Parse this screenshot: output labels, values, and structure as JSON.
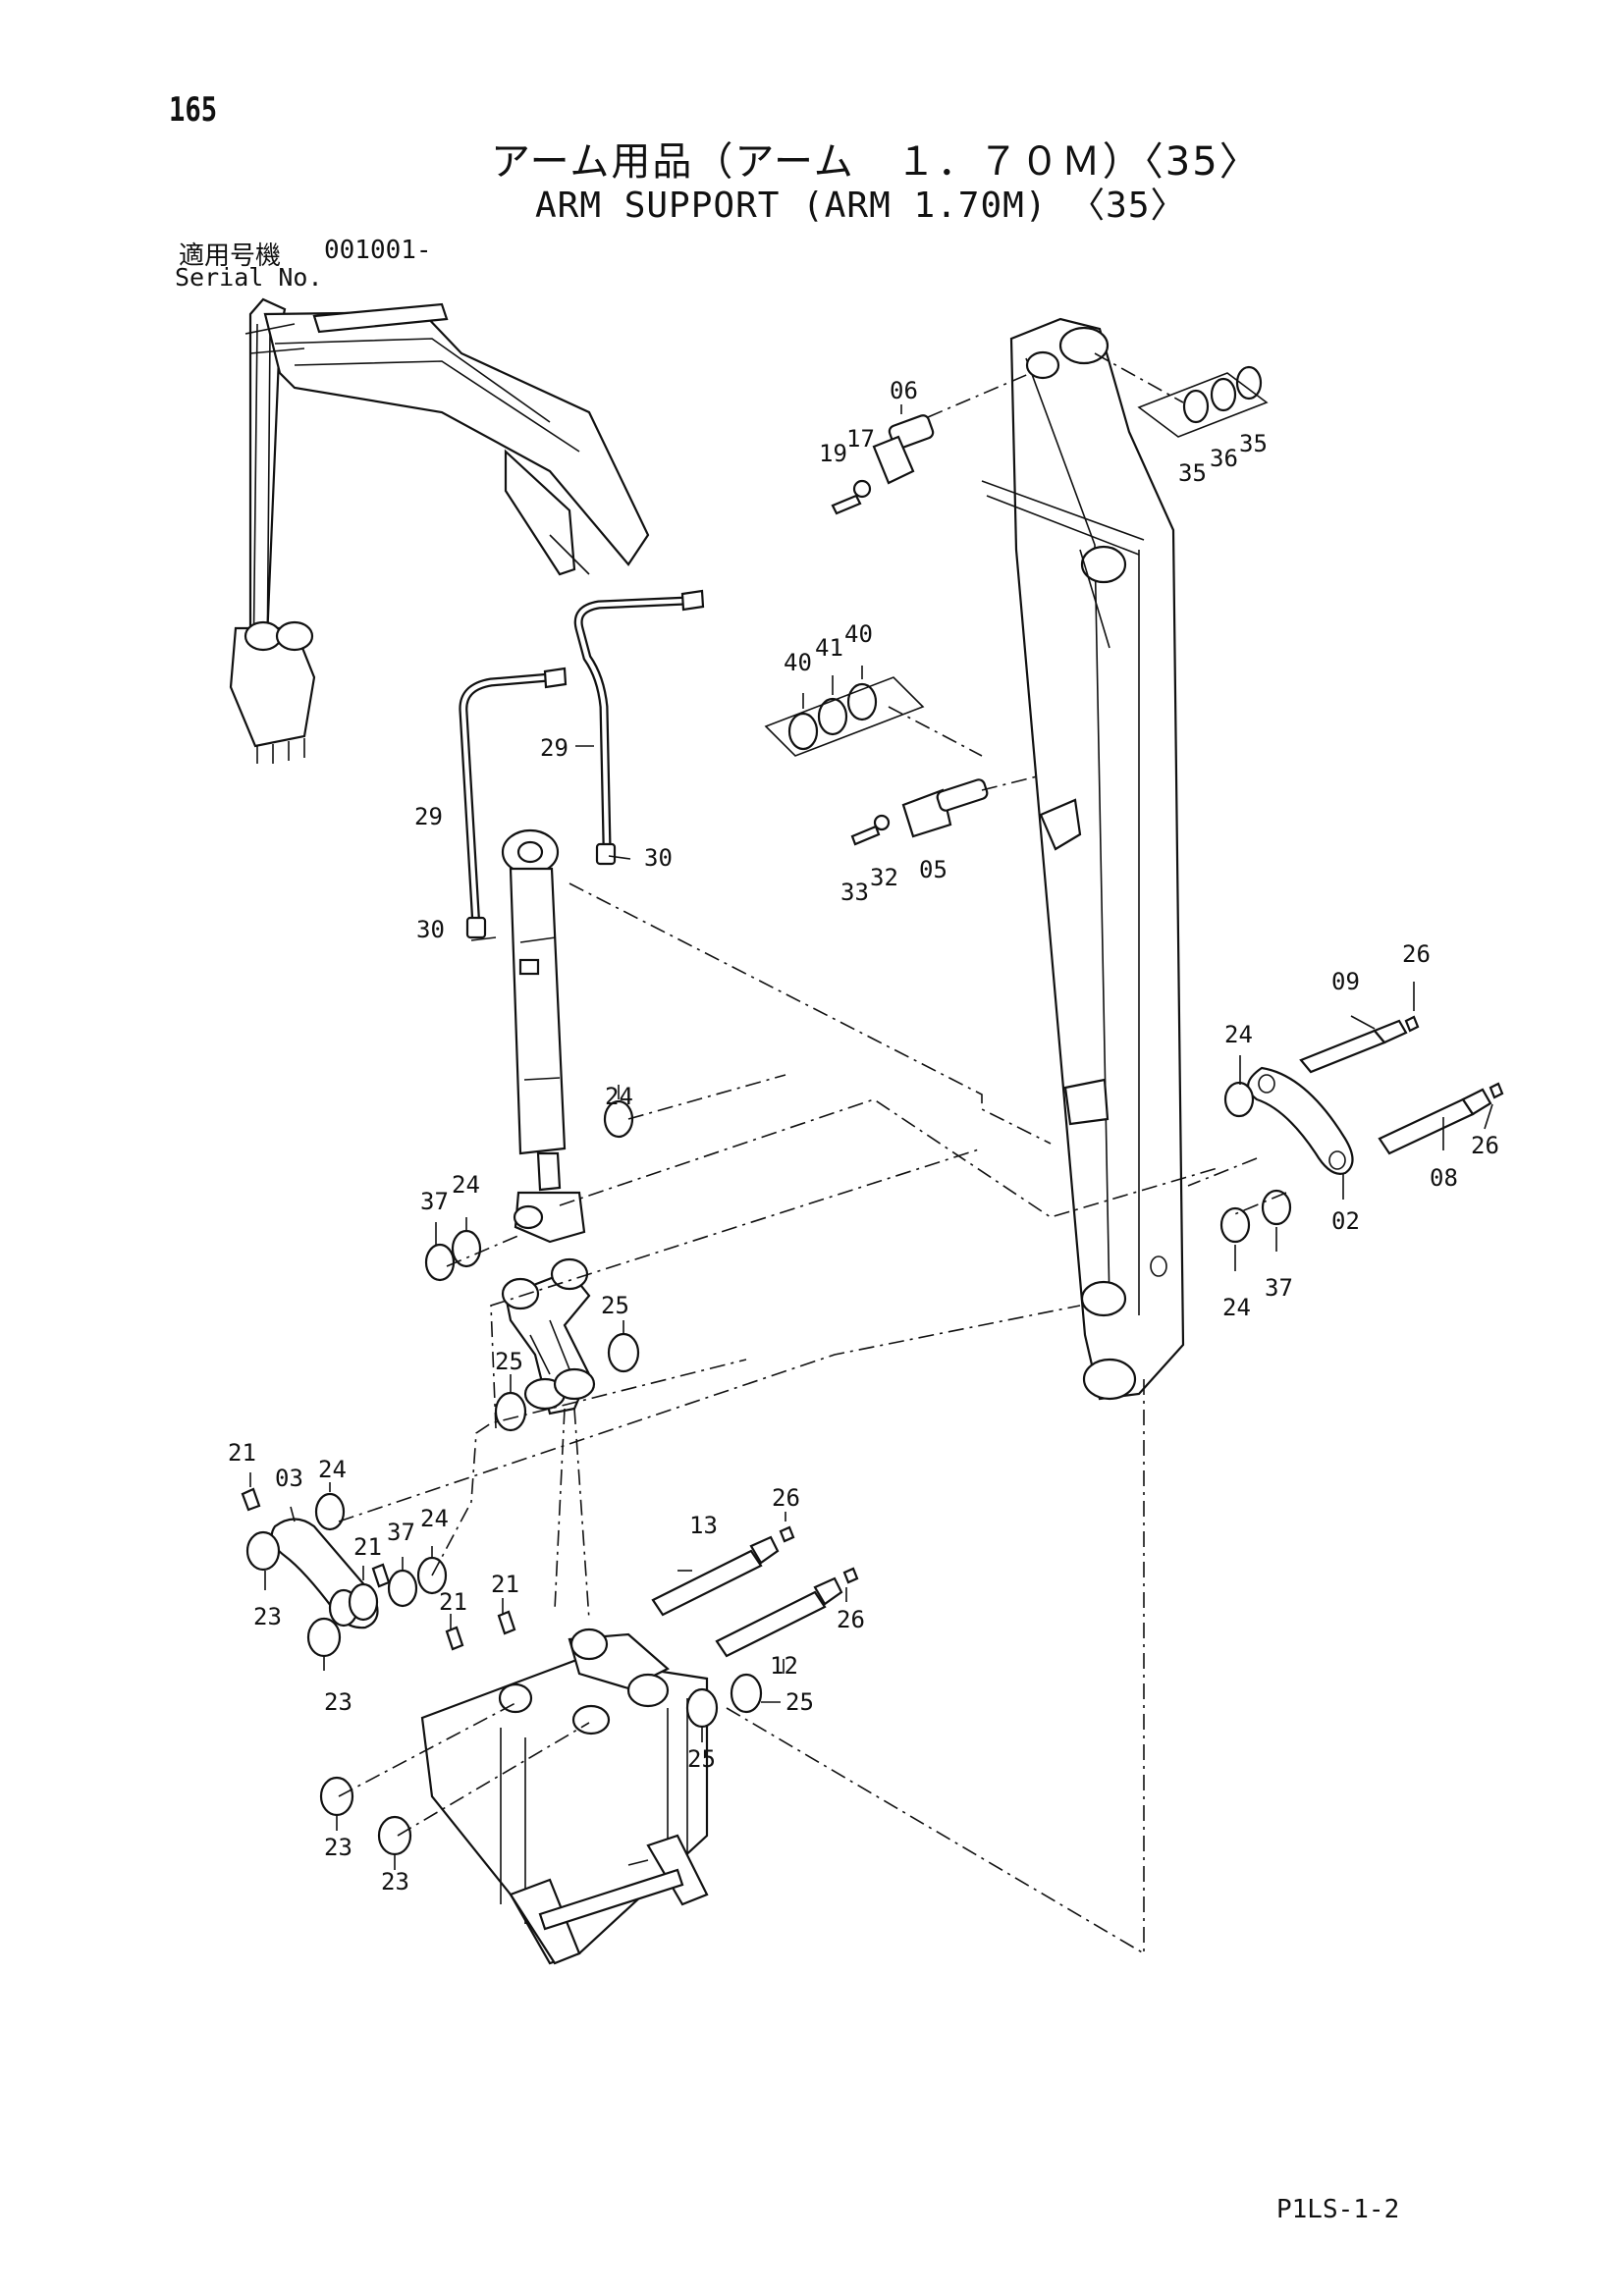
{
  "page_number": "165",
  "title_jp": "アーム用品（アーム　１．７０Ｍ）〈35〉",
  "title_en": "ARM SUPPORT (ARM 1.70M) 〈35〉",
  "serial": {
    "label_jp": "適用号機",
    "label_en": "Serial No.",
    "value": "001001-"
  },
  "footer_code": "P1LS-1-2",
  "callouts": {
    "c06": "06",
    "c19": "19",
    "c17": "17",
    "c35a": "35",
    "c36": "36",
    "c35b": "35",
    "c40a": "40",
    "c41": "41",
    "c40b": "40",
    "c29a": "29",
    "c29b": "29",
    "c30a": "30",
    "c30b": "30",
    "c33": "33",
    "c32": "32",
    "c05": "05",
    "c09": "09",
    "c26a": "26",
    "c24a": "24",
    "c26b": "26",
    "c08": "08",
    "c02": "02",
    "c24b": "24",
    "c37a": "37",
    "c24c": "24",
    "c37b": "37",
    "c24d": "24",
    "c25a": "25",
    "c25b": "25",
    "c21a": "21",
    "c03": "03",
    "c24e": "24",
    "c21b": "21",
    "c37c": "37",
    "c24f": "24",
    "c23a": "23",
    "c23b": "23",
    "c13": "13",
    "c26c": "26",
    "c26d": "26",
    "c12": "12",
    "c21c": "21",
    "c21d": "21",
    "c25c": "25",
    "c25d": "25",
    "c23c": "23",
    "c23d": "23"
  }
}
